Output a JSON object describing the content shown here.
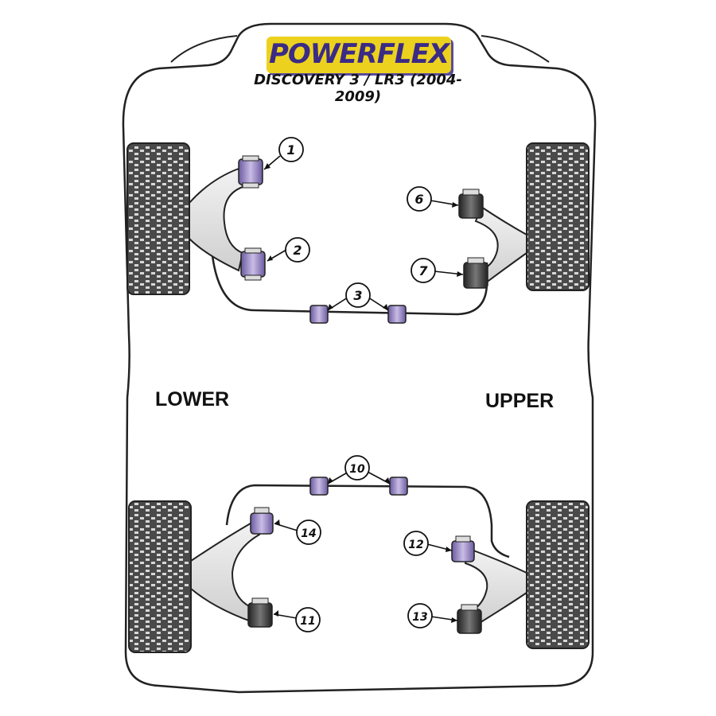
{
  "brand": {
    "name": "POWERFLEX",
    "colors": {
      "logo_bg": "#ecd21e",
      "logo_text": "#3b2b86",
      "purple_bush": "#9b8ac4",
      "black_bush": "#3a3a3a"
    }
  },
  "vehicle": {
    "title": "DISCOVERY 3 / LR3 (2004-2009)"
  },
  "sections": {
    "lower": "LOWER",
    "upper": "UPPER"
  },
  "callouts": [
    {
      "id": "1",
      "label": "1",
      "color": "purple"
    },
    {
      "id": "2",
      "label": "2",
      "color": "purple"
    },
    {
      "id": "3",
      "label": "3",
      "color": "purple"
    },
    {
      "id": "6",
      "label": "6",
      "color": "black"
    },
    {
      "id": "7",
      "label": "7",
      "color": "black"
    },
    {
      "id": "10",
      "label": "10",
      "color": "purple"
    },
    {
      "id": "11",
      "label": "11",
      "color": "black"
    },
    {
      "id": "12",
      "label": "12",
      "color": "purple"
    },
    {
      "id": "13",
      "label": "13",
      "color": "black"
    },
    {
      "id": "14",
      "label": "14",
      "color": "purple"
    }
  ]
}
